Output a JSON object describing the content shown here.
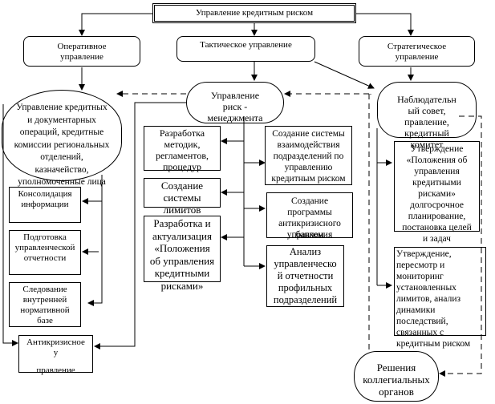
{
  "diagram": {
    "root": {
      "label": "Управление кредитным риском"
    },
    "levels": {
      "operational": {
        "label": "Оперативное управление"
      },
      "tactical": {
        "label": "Тактическое управление"
      },
      "strategic": {
        "label": "Стратегическое управление"
      }
    },
    "operational_unit": {
      "lines": [
        "Управление кредитных",
        "и документарных",
        "операций, кредитные",
        "комиссии региональных",
        "отделений,",
        "казначейство,",
        "уполномоченные лица"
      ]
    },
    "risk_management": {
      "lines": [
        "Управление",
        "риск -",
        "менеджмента"
      ]
    },
    "supervisory": {
      "lines": [
        "Наблюдательн",
        "ый совет,",
        "правление,",
        "кредитный",
        "комитет"
      ]
    },
    "operational_tasks": [
      {
        "lines": [
          "Консолидация",
          "информации"
        ]
      },
      {
        "lines": [
          "Подготовка",
          "управленческой",
          "отчетности"
        ]
      },
      {
        "lines": [
          "Следование",
          "внутренней",
          "нормативной",
          "базе"
        ]
      }
    ],
    "anticrisis": {
      "lines": [
        "Антикризисное",
        "у",
        "правление"
      ]
    },
    "tactical_left_tasks": [
      {
        "lines": [
          "Разработка",
          "методик,",
          "регламентов,",
          "процедур"
        ]
      },
      {
        "lines": [
          "Создание",
          "системы",
          "лимитов"
        ]
      },
      {
        "lines": [
          "Разработка и",
          "актуализация",
          "«Положения",
          "об управления",
          "кредитными",
          "рисками»"
        ]
      }
    ],
    "tactical_right_tasks": [
      {
        "lines": [
          "Создание системы",
          "взаимодействия",
          "подразделений по",
          "управлению",
          "кредитным риском"
        ]
      },
      {
        "lines": [
          "Создание",
          "программы",
          "антикризисного",
          "управления",
          "банком"
        ]
      },
      {
        "lines": [
          "Анализ",
          "управленческо",
          "й отчетности",
          "профильных",
          "подразделений"
        ]
      }
    ],
    "strategic_tasks": [
      {
        "lines": [
          "Утверждение",
          "«Положения об",
          "управления",
          "кредитными",
          "рисками»",
          "долгосрочное",
          "планирование,",
          "постановка целей",
          "и задач"
        ]
      },
      {
        "lines": [
          "Утверждение,",
          "пересмотр и",
          "мониторинг",
          "установленных",
          "лимитов, анализ",
          "динамики",
          "последствий,",
          "связанных с",
          "кредитным риском"
        ]
      }
    ],
    "collegial": {
      "lines": [
        "Решения",
        "коллегиальных",
        "органов"
      ]
    }
  }
}
